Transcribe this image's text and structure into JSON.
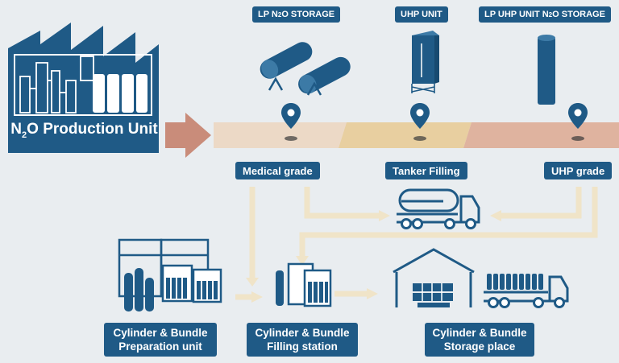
{
  "factory": {
    "title_pre": "N",
    "title_sub": "2",
    "title_post": "O Production Unit"
  },
  "top_labels": {
    "lp_n2o": {
      "pre": "LP N",
      "sub": "2",
      "post": "O STORAGE"
    },
    "uhp_unit": "UHP UNIT",
    "lp_uhp": {
      "pre": "LP UHP UNIT N",
      "sub": "2",
      "post": "O STORAGE"
    }
  },
  "grades": {
    "medical": "Medical grade",
    "tanker": "Tanker Filling",
    "uhp": "UHP grade"
  },
  "stations": {
    "prep": {
      "line1": "Cylinder & Bundle",
      "line2": "Preparation unit"
    },
    "filling": {
      "line1": "Cylinder & Bundle",
      "line2": "Filling station"
    },
    "storage": {
      "line1": "Cylinder & Bundle",
      "line2": "Storage place"
    }
  },
  "colors": {
    "navy": "#1f5a86",
    "band_left": "#ecd9c6",
    "band_mid": "#e8cfa0",
    "band_right": "#dfb39f",
    "arrow": "#c98c7a",
    "flow": "#f0e4c8",
    "background": "#e9edf0"
  }
}
